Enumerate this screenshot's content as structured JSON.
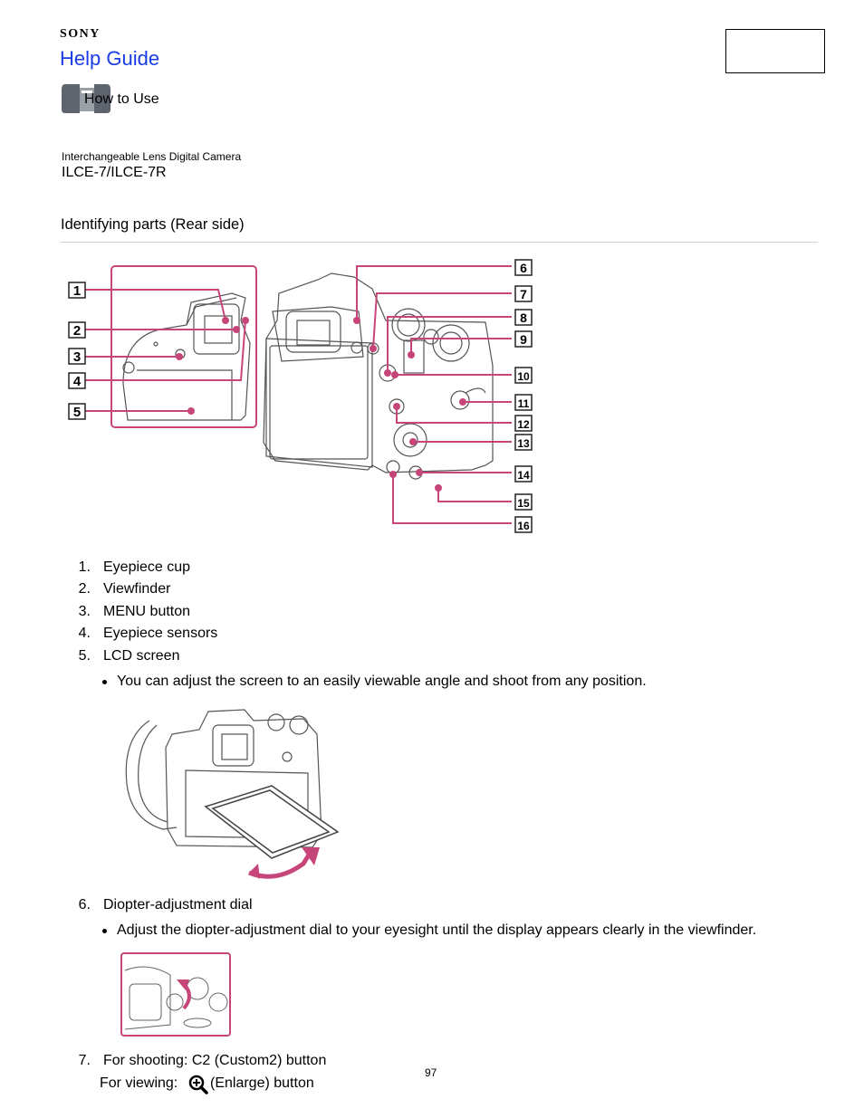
{
  "header": {
    "brand": "SONY",
    "title": "Help Guide",
    "breadcrumb": "How to Use"
  },
  "product": {
    "subtitle": "Interchangeable Lens Digital Camera",
    "model": "ILCE-7/ILCE-7R"
  },
  "section": {
    "title": "Identifying parts (Rear side)"
  },
  "diagram": {
    "left_labels": [
      "1",
      "2",
      "3",
      "4",
      "5"
    ],
    "right_labels": [
      "6",
      "7",
      "8",
      "9",
      "10",
      "11",
      "12",
      "13",
      "14",
      "15",
      "16"
    ],
    "accent_color": "#c7467a"
  },
  "items": [
    {
      "num": "1.",
      "text": "Eyepiece cup"
    },
    {
      "num": "2.",
      "text": "Viewfinder"
    },
    {
      "num": "3.",
      "text": "MENU button"
    },
    {
      "num": "4.",
      "text": "Eyepiece sensors"
    },
    {
      "num": "5.",
      "text": "LCD screen"
    }
  ],
  "item5_note": "You can adjust the screen to an easily viewable angle and shoot from any position.",
  "item6": {
    "num": "6.",
    "text": "Diopter-adjustment dial"
  },
  "item6_note": "Adjust the diopter-adjustment dial to your eyesight until the display appears clearly in the viewfinder.",
  "item7": {
    "num": "7.",
    "line1": "For shooting: C2 (Custom2) button",
    "line2_prefix": "For viewing:",
    "line2_suffix": "(Enlarge) button",
    "icon": "zoom-in-icon"
  },
  "page_number": "97"
}
